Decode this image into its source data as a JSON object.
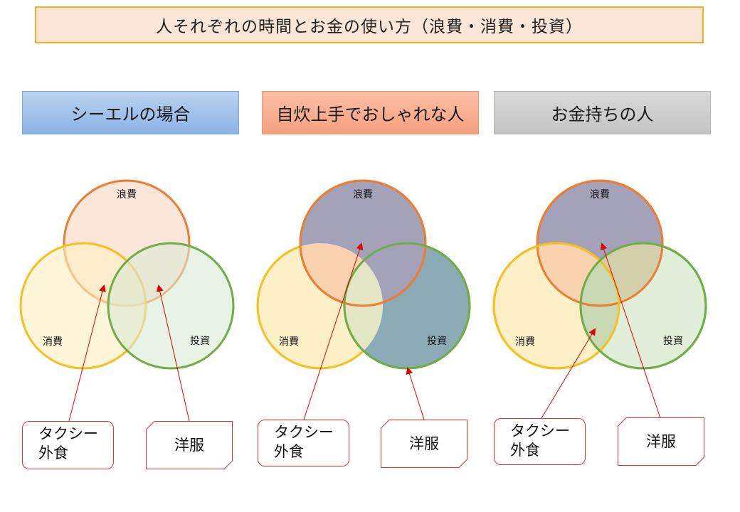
{
  "title": "人それぞれの時間とお金の使い方（浪費・消費・投資）",
  "panels": [
    {
      "header": "シーエルの場合",
      "circle_labels": {
        "waste": "浪費",
        "consume": "消費",
        "invest": "投資"
      },
      "callout_left": "タクシー\n外食",
      "callout_right": "洋服"
    },
    {
      "header": "自炊上手でおしゃれな人",
      "circle_labels": {
        "waste": "浪費",
        "consume": "消費",
        "invest": "投資"
      },
      "callout_left": "タクシー\n外食",
      "callout_right": "洋服"
    },
    {
      "header": "お金持ちの人",
      "circle_labels": {
        "waste": "浪費",
        "consume": "消費",
        "invest": "投資"
      },
      "callout_left": "タクシー\n外食",
      "callout_right": "洋服"
    }
  ],
  "colors": {
    "waste_stroke": "#ed7d31",
    "consume_stroke": "#f5c020",
    "invest_stroke": "#70ad47",
    "arrow": "#e00000"
  }
}
